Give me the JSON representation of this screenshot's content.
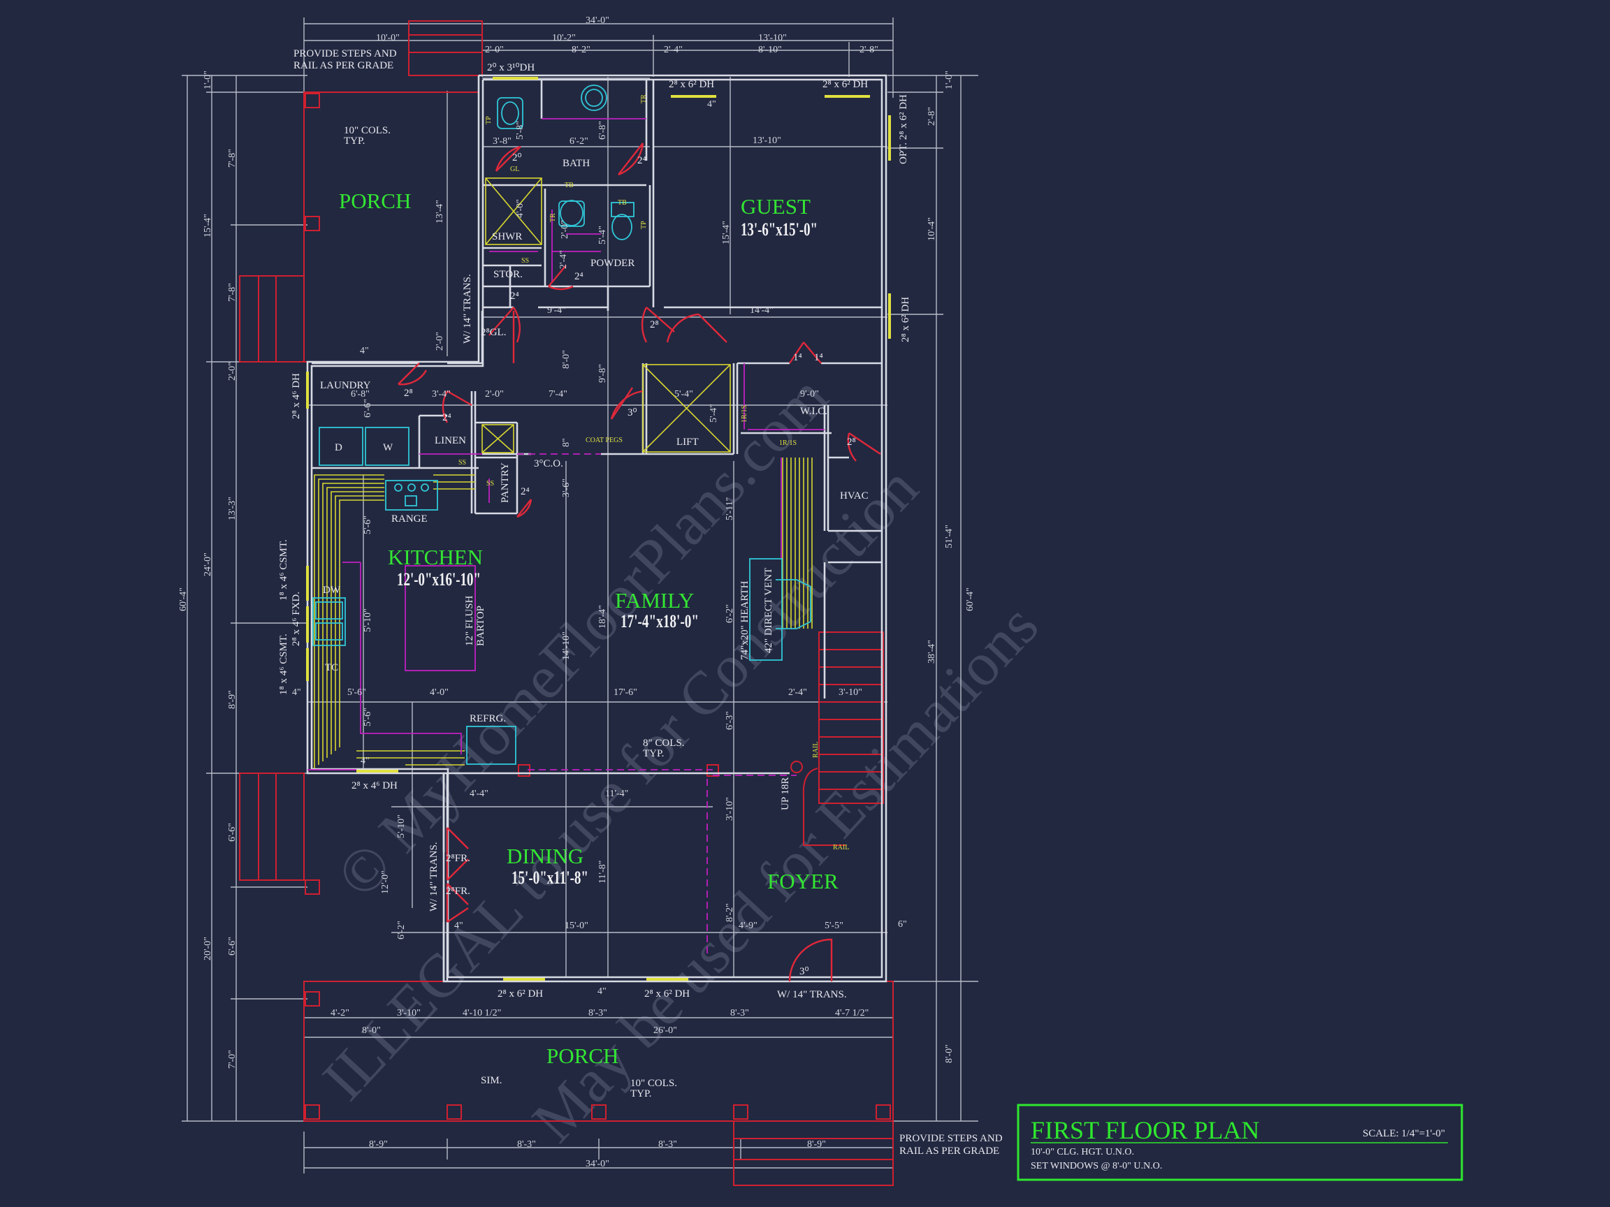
{
  "title_block": {
    "title": "FIRST FLOOR PLAN",
    "scale": "SCALE: 1/4\"=1'-0\"",
    "note1": "10'-0\" CLG. HGT. U.N.O.",
    "note2": "SET WINDOWS @ 8'-0\" U.N.O."
  },
  "rooms": {
    "porch_top": "PORCH",
    "guest": "GUEST",
    "guest_size": "13'-6\"x15'-0\"",
    "kitchen": "KITCHEN",
    "kitchen_size": "12'-0\"x16'-10\"",
    "family": "FAMILY",
    "family_size": "17'-4\"x18'-0\"",
    "dining": "DINING",
    "dining_size": "15'-0\"x11'-8\"",
    "foyer": "FOYER",
    "porch_bottom": "PORCH"
  },
  "labels": {
    "bath": "BATH",
    "shwr": "SHWR",
    "stor": "STOR.",
    "powder": "POWDER",
    "laundry": "LAUNDRY",
    "linen": "LINEN",
    "pantry": "PANTRY",
    "lift": "LIFT",
    "wic": "W.I.C.",
    "hvac": "HVAC",
    "range": "RANGE",
    "refrg": "REFRG.",
    "dw": "DW",
    "tc": "TC",
    "d": "D",
    "w": "W",
    "co": "3°C.O.",
    "coat_pegs": "COAT PEGS",
    "hearth": "74\"x20\" HEARTH",
    "direct_vent": "42\" DIRECT VENT",
    "bartop1": "12\" FLUSH",
    "bartop2": "BARTOP",
    "up18r": "UP 18R",
    "rail": "RAIL",
    "rail2": "RAIL",
    "sim": "SIM.",
    "steps_top_1": "PROVIDE STEPS AND",
    "steps_top_2": "RAIL AS PER GRADE",
    "steps_bot_1": "PROVIDE STEPS AND",
    "steps_bot_2": "RAIL AS PER GRADE",
    "cols_top_1": "10\" COLS.",
    "cols_top_2": "TYP.",
    "cols_mid_1": "8\" COLS.",
    "cols_mid_2": "TYP.",
    "cols_bot_1": "10\" COLS.",
    "cols_bot_2": "TYP.",
    "trans_left": "W/ 14\" TRANS.",
    "trans_dining": "W/ 14\" TRANS.",
    "trans_bottom": "W/ 14\" TRANS.",
    "fr1": "2⁸FR.",
    "fr2": "2⁸FR.",
    "gl": "2⁸GL.",
    "win_top": "2⁰ x 3¹⁰DH",
    "win_guest1": "2⁸ x 6² DH",
    "win_guest2": "2⁸ x 6² DH",
    "win_opt": "OPT. 2⁸ x 6² DH",
    "win_right": "2⁸ x 6² DH",
    "win_laundry": "2⁸ x 4⁶ DH",
    "win_csmt1": "1⁸ x 4⁶ CSMT.",
    "win_fxd": "2⁸ x 4⁶ FXD.",
    "win_csmt2": "1⁸ x 4⁶ CSMT.",
    "win_kitchen": "2⁸ x 4⁶ DH",
    "win_dining1": "2⁸ x 6² DH",
    "win_dining2": "2⁸ x 6² DH",
    "ir_is1": "1R/1S",
    "ir_is2": "1R/1S",
    "ss1": "SS",
    "ss2": "SS",
    "ss3": "SS",
    "tp1": "TP",
    "tp2": "TP",
    "tr1": "TR",
    "tr2": "TR",
    "tb1": "TB",
    "tb2": "TB",
    "gl2": "GL",
    "d24a": "2⁴",
    "d24b": "2⁴",
    "d24c": "2⁴",
    "d24d": "2⁴",
    "d24e": "2⁴",
    "d28a": "2⁸",
    "d28b": "2⁸",
    "d28c": "2⁸",
    "d30": "3⁰",
    "d30b": "3⁰",
    "d20": "2⁰",
    "d14a": "1⁴",
    "d14b": "1⁴"
  },
  "dimensions": {
    "top_total": "34'-0\"",
    "top_1": "10'-0\"",
    "top_2": "10'-2\"",
    "top_3": "13'-10\"",
    "top_4": "2'-0\"",
    "top_5": "8'-2\"",
    "top_6": "2'-4\"",
    "top_7": "8'-10\"",
    "top_8": "2'-8\"",
    "bath_1": "3'-8\"",
    "bath_2": "6'-2\"",
    "bath_3": "5'-8\"",
    "bath_4": "6'-8\"",
    "guest_w": "13'-10\"",
    "guest_h": "15'-4\"",
    "guest_4": "4\"",
    "porch_h": "13'-4\"",
    "mid_1": "9'-4\"",
    "mid_2": "14'-4\"",
    "mid_3": "8'-0\"",
    "mid_4": "9'-8\"",
    "mid_5": "5'-4\"",
    "mid_6": "5'-4\"",
    "mid_7": "9'-0\"",
    "mid_8": "2'-0\"",
    "mid_9": "4\"",
    "shwr_1": "4'-0\"",
    "shwr_2": "5'-4\"",
    "shwr_3": "2'-4\"",
    "shwr_4": "2'-0\"",
    "laundry_w": "6'-8\"",
    "laundry_h": "6'-6\"",
    "linen_1": "3'-4\"",
    "linen_2": "2'-0\"",
    "linen_3": "7'-4\"",
    "linen_4": "8\"",
    "pantry_h": "3'-6\"",
    "k_1": "5'-6\"",
    "k_2": "5'-10\"",
    "k_3": "5'-6\"",
    "k_4": "4'-0\"",
    "k_5": "5'-6\"",
    "k_6": "4\"",
    "k_7": "4\"",
    "f_1": "14'-10\"",
    "f_2": "18'-4\"",
    "f_3": "17'-6\"",
    "f_4": "5'-11\"",
    "f_5": "6'-2\"",
    "f_6": "6'-3\"",
    "f_7": "2'-4\"",
    "f_8": "3'-10\"",
    "d_1": "4'-4\"",
    "d_2": "11'-4\"",
    "d_3": "5'-10\"",
    "d_4": "12'-0\"",
    "d_5": "6'-2\"",
    "d_6": "11'-8\"",
    "d_7": "15'-0\"",
    "d_8": "4\"",
    "d_9": "3'-10\"",
    "fo_1": "8'-2\"",
    "fo_2": "4'-9\"",
    "fo_3": "5'-5\"",
    "fo_4": "6\"",
    "fo_5": "4\"",
    "bot_1": "4'-2\"",
    "bot_2": "3'-10\"",
    "bot_3": "4'-10 1/2\"",
    "bot_4": "8'-3\"",
    "bot_5": "8'-3\"",
    "bot_6": "4'-7 1/2\"",
    "bot_7": "8'-0\"",
    "bot_8": "26'-0\"",
    "btm_1": "8'-9\"",
    "btm_2": "8'-3\"",
    "btm_3": "8'-3\"",
    "btm_4": "8'-9\"",
    "btm_total": "34'-0\"",
    "left_total": "60'-4\"",
    "left_1": "1'-0\"",
    "left_2": "15'-4\"",
    "left_3": "7'-8\"",
    "left_4": "7'-8\"",
    "left_5": "2'-0\"",
    "left_6": "24'-0\"",
    "left_7": "13'-3\"",
    "left_8": "8'-9\"",
    "left_9": "20'-0\"",
    "left_10": "6'-6\"",
    "left_11": "6'-6\"",
    "left_12": "7'-0\"",
    "right_total": "60'-4\"",
    "right_1": "1'-0\"",
    "right_2": "2'-8\"",
    "right_3": "10'-4\"",
    "right_4": "51'-4\"",
    "right_5": "38'-4\"",
    "right_6": "8'-0\""
  },
  "watermark": {
    "line1": "© MyHomeFloorPlans.com",
    "line2": "ILLEGAL to use for Construction",
    "line3": "May be used for Estimations"
  },
  "colors": {
    "background": "#222840",
    "wall": "#d8dbe4",
    "dim": "#c9ccd6",
    "label": "#e8e8ee",
    "room_label": "#33e633",
    "door": "#e0283a",
    "cabinet": "#d8d830",
    "fixture": "#30c8d8",
    "magenta": "#c020c0",
    "window": "#e0e040",
    "title_box": "#2ee82e"
  }
}
